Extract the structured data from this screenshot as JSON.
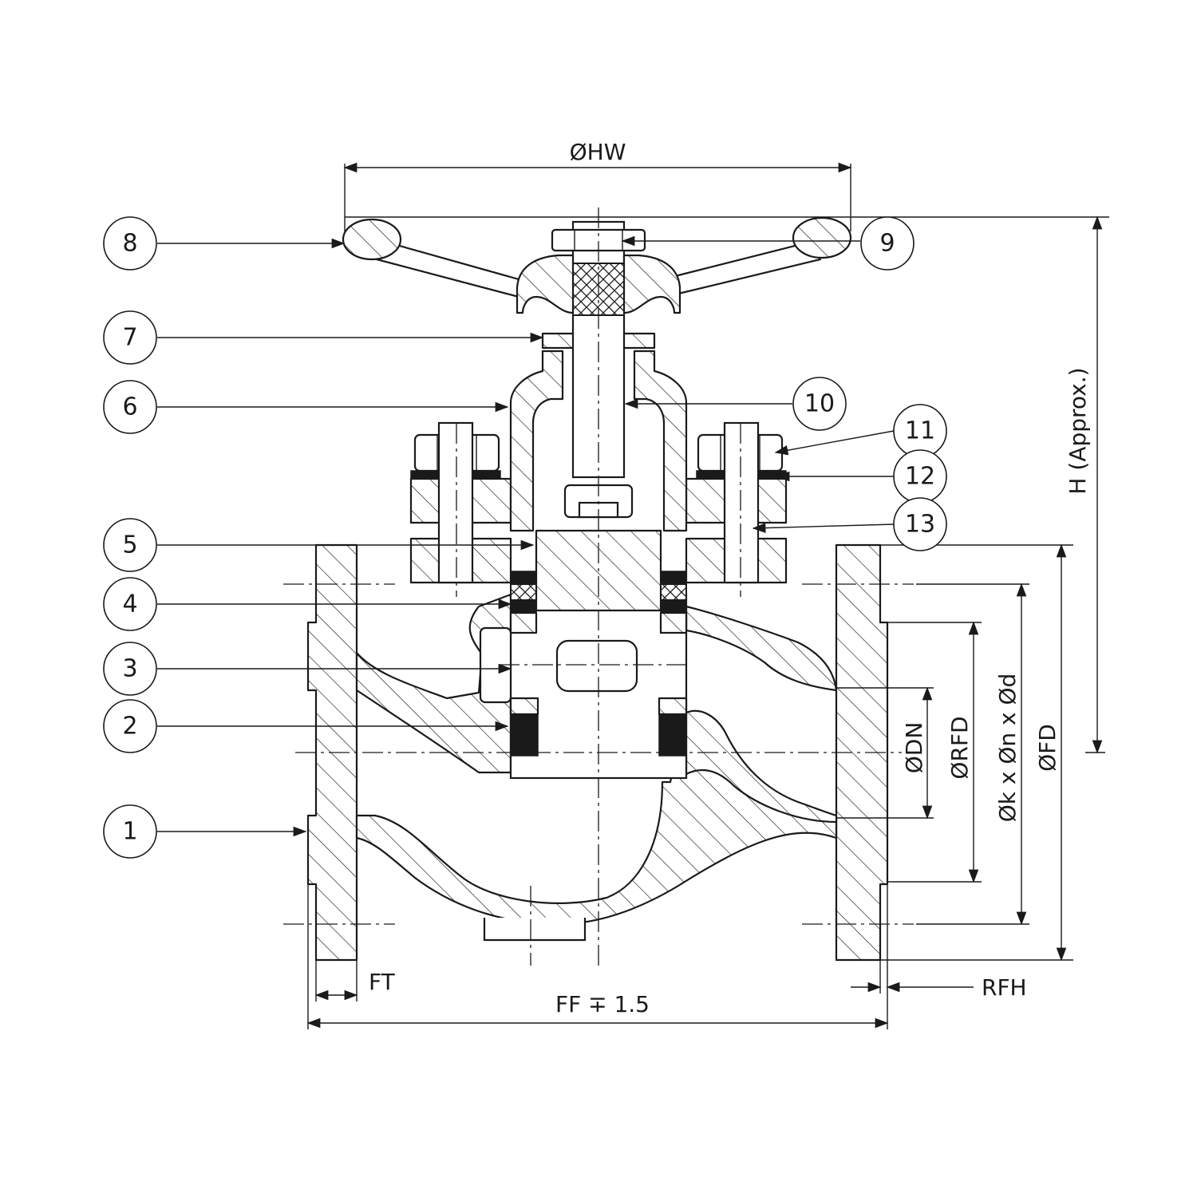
{
  "callouts": [
    {
      "id": "1",
      "label": "1"
    },
    {
      "id": "2",
      "label": "2"
    },
    {
      "id": "3",
      "label": "3"
    },
    {
      "id": "4",
      "label": "4"
    },
    {
      "id": "5",
      "label": "5"
    },
    {
      "id": "6",
      "label": "6"
    },
    {
      "id": "7",
      "label": "7"
    },
    {
      "id": "8",
      "label": "8"
    },
    {
      "id": "9",
      "label": "9"
    },
    {
      "id": "10",
      "label": "10"
    },
    {
      "id": "11",
      "label": "11"
    },
    {
      "id": "12",
      "label": "12"
    },
    {
      "id": "13",
      "label": "13"
    }
  ],
  "dimensions": {
    "hw": "ØHW",
    "height": "H (Approx.)",
    "dn": "ØDN",
    "rfd": "ØRFD",
    "bolt_circle": "Øk x Øn x Ød",
    "fd": "ØFD",
    "ft": "FT",
    "ff": "FF ∓ 1.5",
    "rfh": "RFH"
  }
}
